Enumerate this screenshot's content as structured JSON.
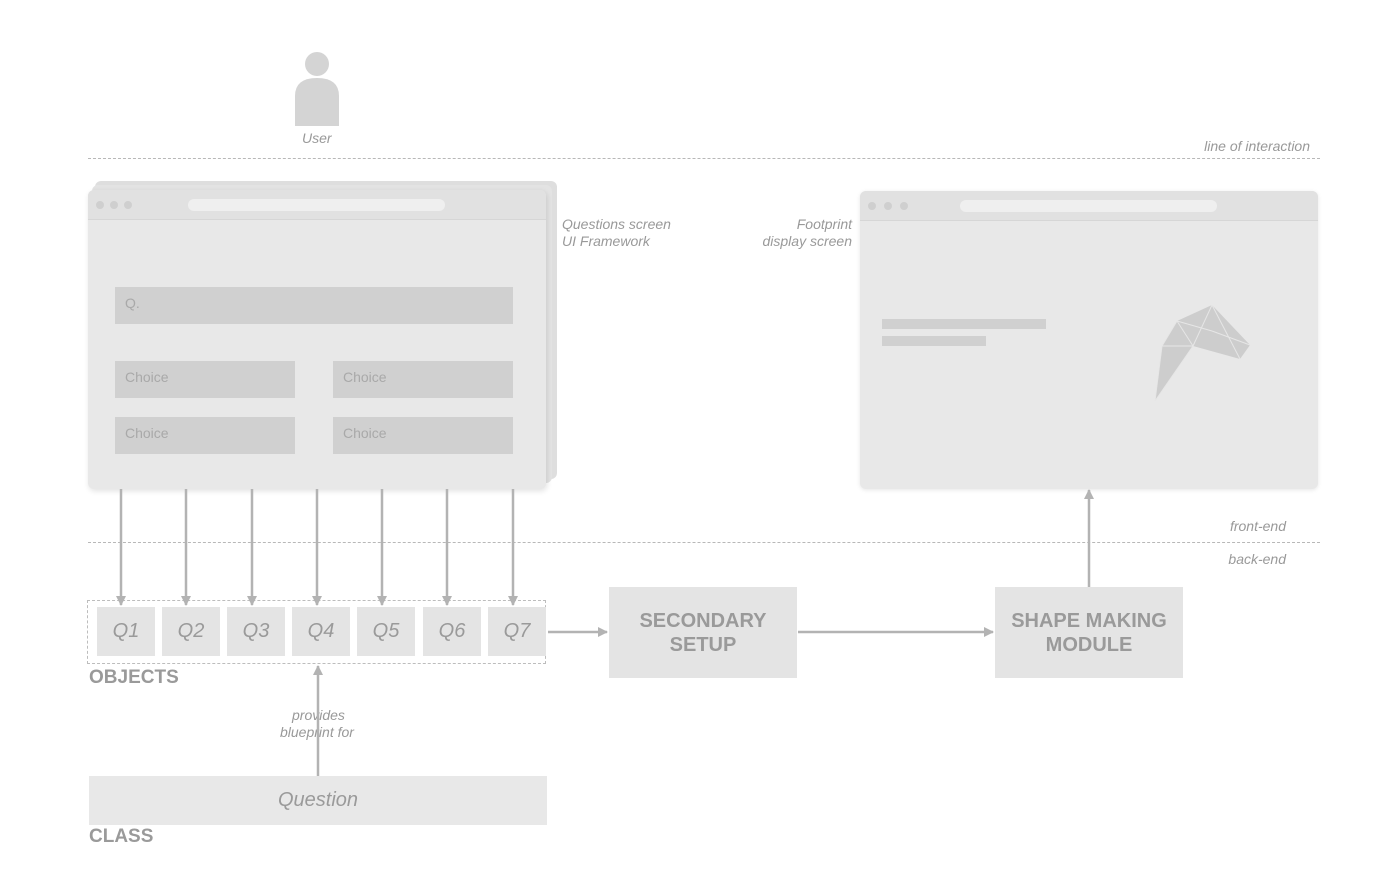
{
  "actor": {
    "label": "User"
  },
  "lines": {
    "interaction": "line of interaction",
    "front_end": "front-end",
    "back_end": "back-end"
  },
  "questions_screen": {
    "caption_line1": "Questions screen",
    "caption_line2": "UI Framework",
    "question_placeholder": "Q.",
    "choices": [
      "Choice",
      "Choice",
      "Choice",
      "Choice"
    ]
  },
  "footprint_screen": {
    "caption_line1": "Footprint",
    "caption_line2": "display screen"
  },
  "objects": {
    "heading": "OBJECTS",
    "items": [
      "Q1",
      "Q2",
      "Q3",
      "Q4",
      "Q5",
      "Q6",
      "Q7"
    ]
  },
  "modules": {
    "secondary_setup": {
      "line1": "SECONDARY",
      "line2": "SETUP"
    },
    "shape_making": {
      "line1": "SHAPE MAKING",
      "line2": "MODULE"
    }
  },
  "class": {
    "heading": "CLASS",
    "name": "Question",
    "relation_line1": "provides",
    "relation_line2": "blueprint for"
  },
  "colors": {
    "box_fill": "#e4e4e4",
    "text_gray": "#9a9a9a",
    "arrow_gray": "#b3b3b3"
  }
}
